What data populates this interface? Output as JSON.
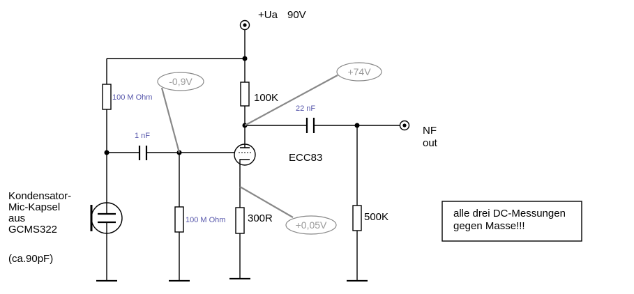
{
  "colors": {
    "wire": "#000000",
    "value_blue": "#5555aa",
    "meas_gray": "#888888",
    "meas_text": "#999999"
  },
  "supply": {
    "name": "+Ua",
    "voltage": "90V"
  },
  "components": {
    "r_mic_bias": "100 M Ohm",
    "c_coupling_in": "1  nF",
    "r_grid": "100 M Ohm",
    "r_anode": "100K",
    "c_coupling_out": "22  nF",
    "tube": "ECC83",
    "r_cathode": "300R",
    "r_out": "500K"
  },
  "measurements": {
    "grid": "-0,9V",
    "anode": "+74V",
    "cathode": "+0,05V"
  },
  "output": {
    "line1": "NF",
    "line2": "out"
  },
  "mic": {
    "lines": [
      "Kondensator-",
      "Mic-Kapsel",
      "aus",
      "GCMS322"
    ],
    "capacitance": "(ca.90pF)"
  },
  "note": {
    "line1": "alle drei DC-Messungen",
    "line2": "gegen Masse!!!"
  }
}
